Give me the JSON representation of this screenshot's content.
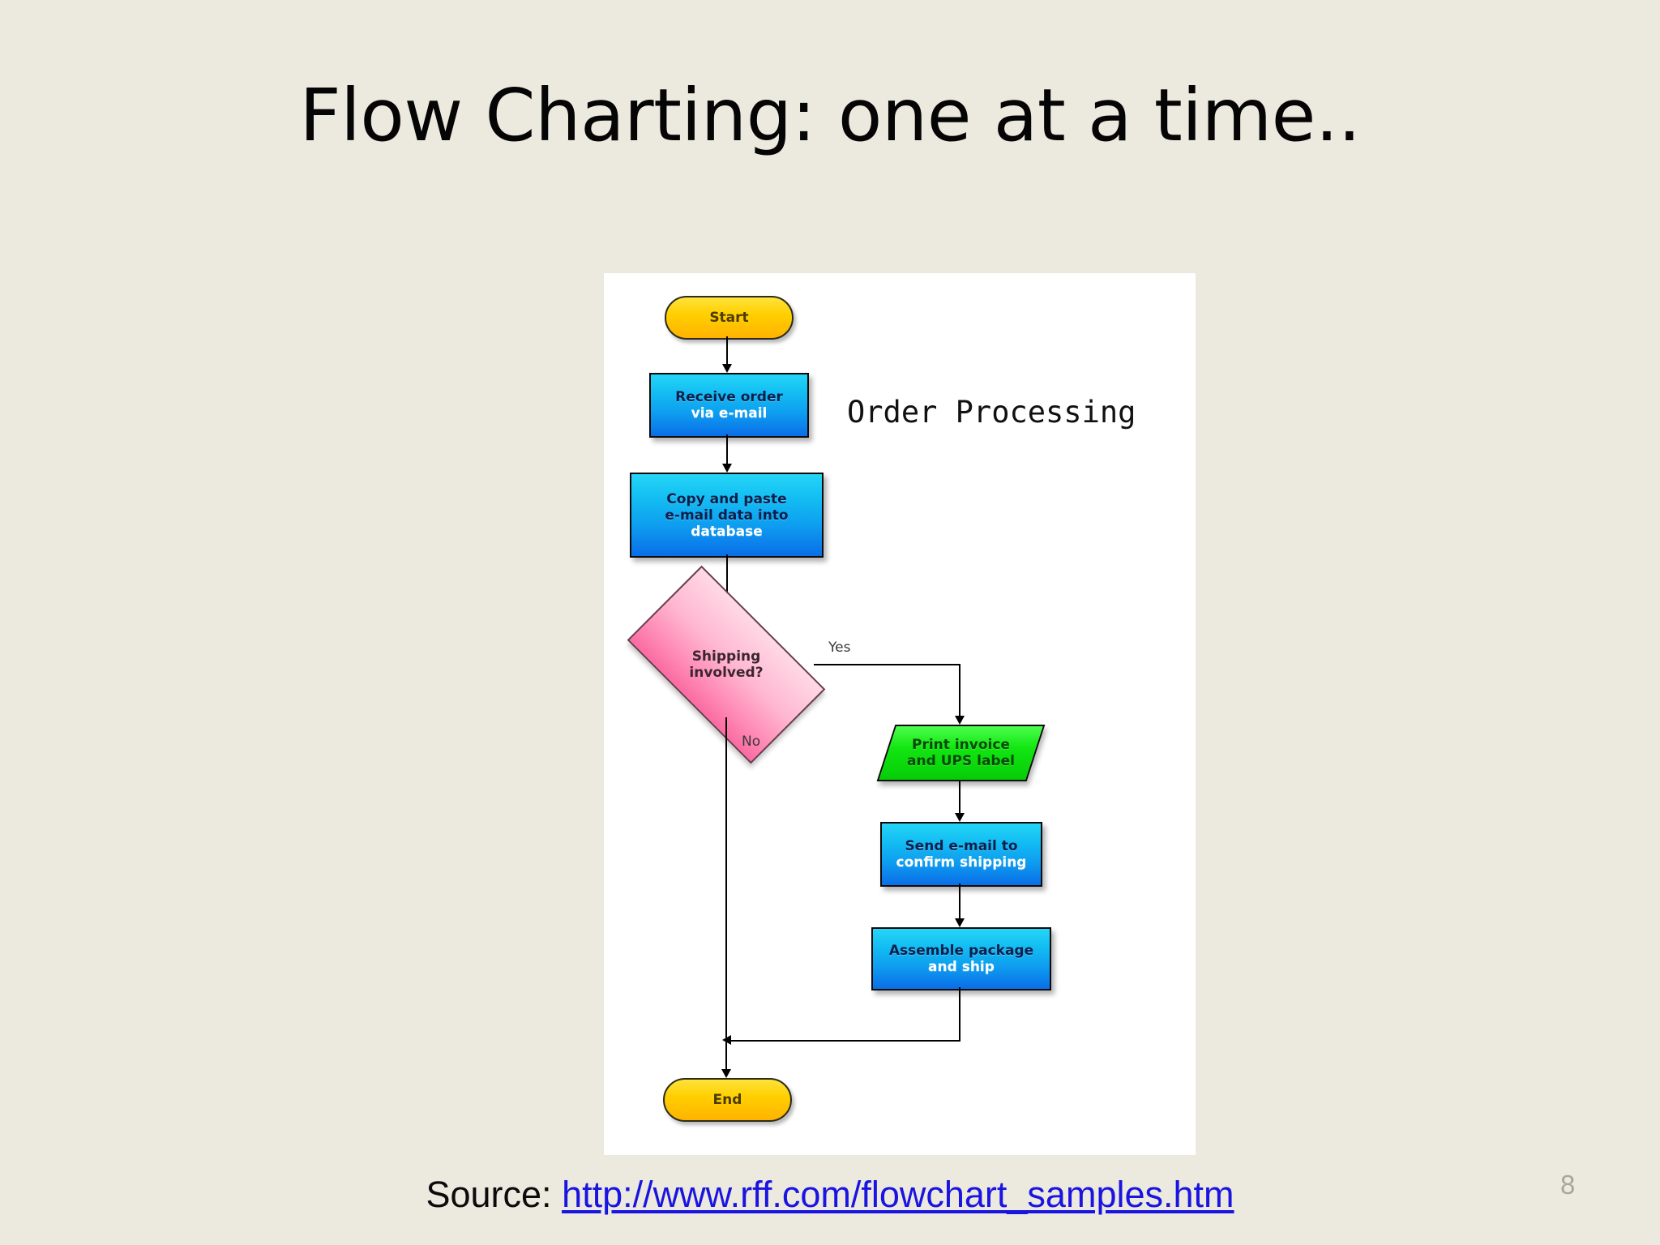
{
  "slide": {
    "title": "Flow Charting: one at a time..",
    "page_number": "8",
    "background_color": "#ece9df"
  },
  "source": {
    "prefix": "Source: ",
    "url_text": "http://www.rff.com/flowchart_samples.htm",
    "url_color": "#1a14e0"
  },
  "flowchart": {
    "heading": "Order Processing",
    "panel_background": "#ffffff",
    "nodes": [
      {
        "id": "start",
        "type": "terminator",
        "label": "Start",
        "color": "#ffd000"
      },
      {
        "id": "receive",
        "type": "process",
        "label": "Receive order\nvia e-mail",
        "color": "#0e9ef0"
      },
      {
        "id": "copy",
        "type": "process",
        "label": "Copy and paste\ne-mail data into\ndatabase",
        "color": "#0e9ef0"
      },
      {
        "id": "decision",
        "type": "decision",
        "label": "Shipping\ninvolved?",
        "color": "#ff8fb8"
      },
      {
        "id": "print",
        "type": "io",
        "label": "Print invoice\nand UPS label",
        "color": "#12e612"
      },
      {
        "id": "confirm",
        "type": "process",
        "label": "Send e-mail to\nconfirm shipping",
        "color": "#0e9ef0"
      },
      {
        "id": "assemble",
        "type": "process",
        "label": "Assemble package\nand ship",
        "color": "#0e9ef0"
      },
      {
        "id": "end",
        "type": "terminator",
        "label": "End",
        "color": "#ffd000"
      }
    ],
    "edge_labels": {
      "yes": "Yes",
      "no": "No"
    }
  }
}
